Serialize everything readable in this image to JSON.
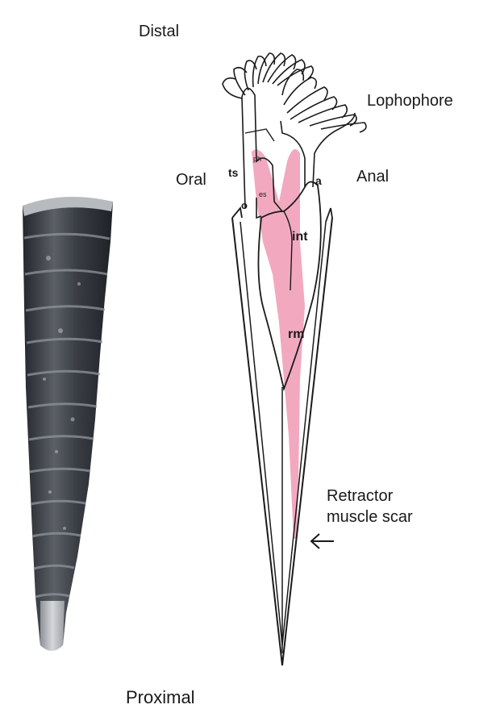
{
  "labels": {
    "distal": "Distal",
    "proximal": "Proximal",
    "lophophore": "Lophophore",
    "oral": "Oral",
    "anal": "Anal",
    "retractor": "Retractor\nmuscle scar",
    "ts": "ts",
    "a": "a",
    "o": "o",
    "ph": "ph",
    "es": "es",
    "int": "int",
    "rm": "rm"
  },
  "colors": {
    "muscle_pink": "#f2a9c0",
    "outline": "#1a1a1a",
    "fossil_dark": "#3c3f47",
    "fossil_light": "#a9adb3",
    "background": "#ffffff"
  },
  "icons": {
    "pointer": "left-arrow-icon"
  }
}
